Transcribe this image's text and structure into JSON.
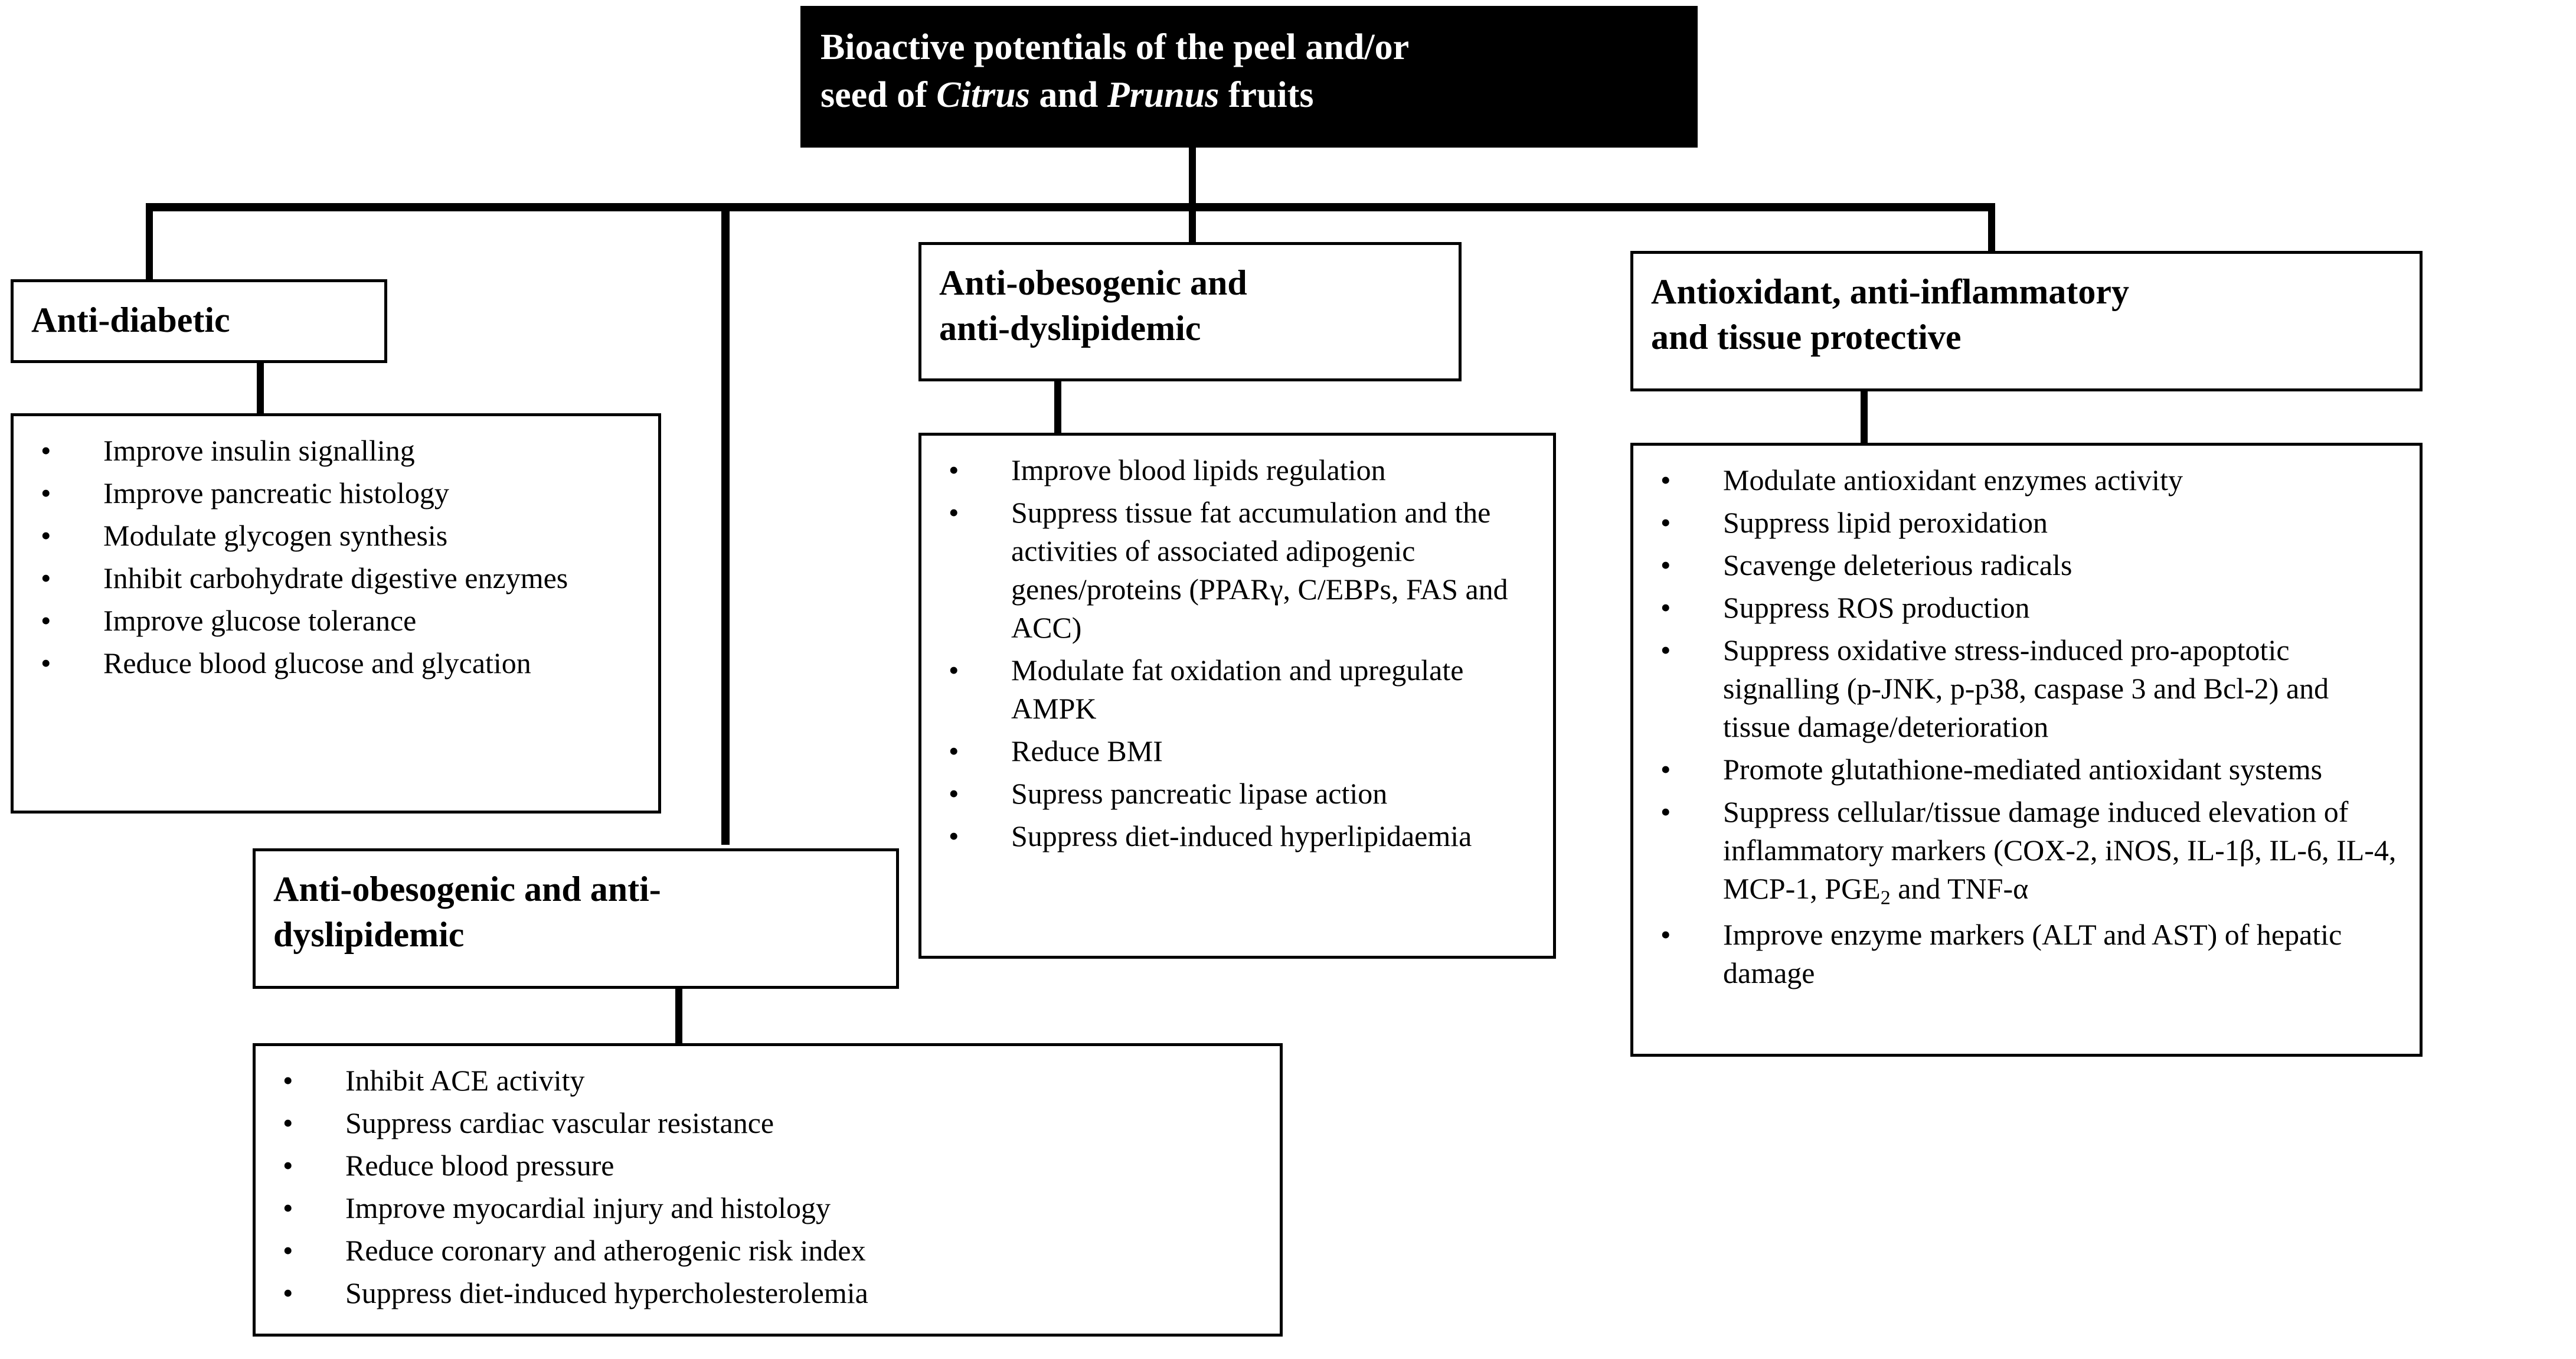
{
  "diagram": {
    "type": "hierarchy-flowchart",
    "title_node": {
      "text_before": "Bioactive potentials of the peel and/or seed of ",
      "text_line1": "Bioactive potentials of the peel and/or",
      "text_line2_pre": "seed of ",
      "species_1": "Citrus",
      "text_line2_mid": " and ",
      "species_2": "Prunus",
      "text_line2_post": " fruits",
      "background_color": "#000000",
      "text_color": "#ffffff"
    },
    "branches": [
      {
        "id": "anti-diabetic",
        "header": "Anti-diabetic",
        "items": [
          "Improve insulin signalling",
          "Improve pancreatic histology",
          "Modulate glycogen synthesis",
          "Inhibit carbohydrate digestive enzymes",
          "Improve glucose tolerance",
          "Reduce blood glucose and glycation"
        ]
      },
      {
        "id": "anti-obesogenic-mid",
        "header_line1": "Anti-obesogenic and",
        "header_line2": "anti-dyslipidemic",
        "items": [
          "Improve blood lipids regulation",
          "Suppress tissue fat accumulation and the activities of associated adipogenic genes/proteins (PPARγ, C/EBPs, FAS and ACC)",
          "Modulate fat oxidation and upregulate AMPK",
          "Reduce BMI",
          "Supress pancreatic lipase action",
          "Suppress diet-induced hyperlipidaemia"
        ]
      },
      {
        "id": "antioxidant",
        "header_line1": "Antioxidant, anti-inflammatory",
        "header_line2": "and tissue protective",
        "items": [
          "Modulate antioxidant enzymes activity",
          "Suppress lipid peroxidation",
          "Scavenge deleterious radicals",
          "Suppress ROS production",
          "Suppress oxidative stress-induced pro-apoptotic signalling (p-JNK, p-p38, caspase 3 and Bcl-2) and tissue damage/deterioration",
          "Promote glutathione-mediated antioxidant systems",
          "Suppress cellular/tissue damage induced elevation of inflammatory markers (COX-2, iNOS, IL-1β, IL-6, IL-4, MCP-1, PGE2 and TNF-α",
          "Improve enzyme markers (ALT and AST)  of hepatic damage"
        ],
        "items_markup_index": 6
      },
      {
        "id": "anti-obesogenic-bottom",
        "header_line1": "Anti-obesogenic and anti-",
        "header_line2": "dyslipidemic",
        "items": [
          "Inhibit ACE activity",
          "Suppress cardiac vascular resistance",
          "Reduce blood pressure",
          "Improve myocardial injury and histology",
          "Reduce coronary and atherogenic risk index",
          "Suppress diet-induced hypercholesterolemia"
        ]
      }
    ],
    "bullet_glyph": "•",
    "line_color": "#000000",
    "box_border_color": "#000000",
    "page_background": "#ffffff"
  }
}
